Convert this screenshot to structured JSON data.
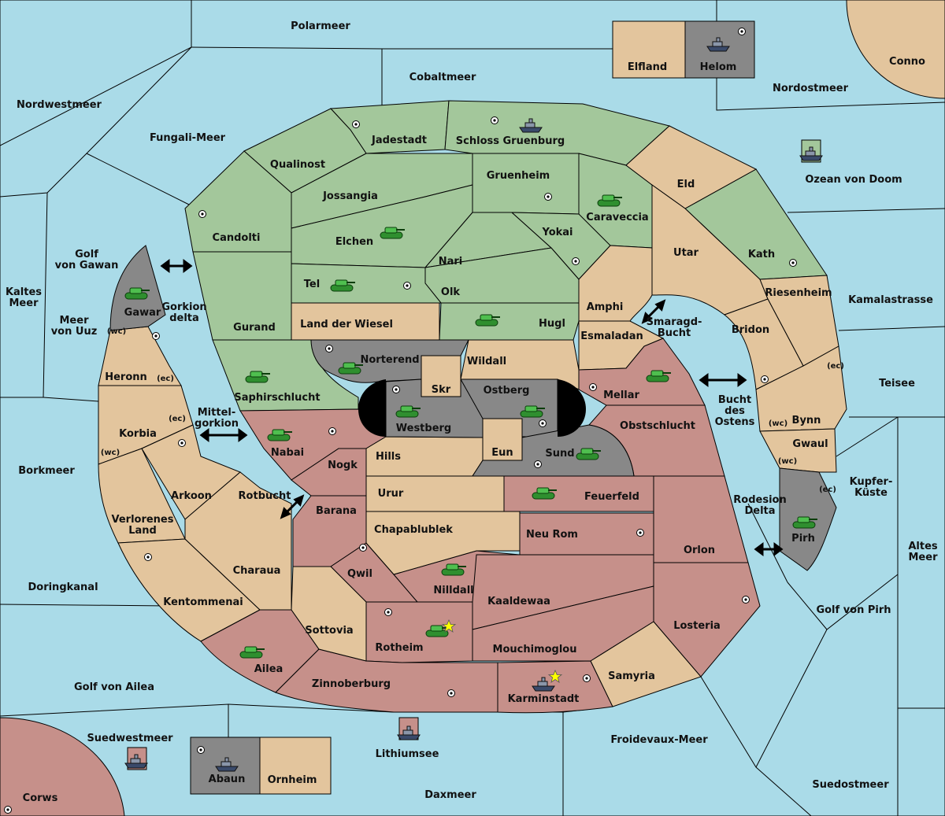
{
  "colors": {
    "sea": "#aadbe8",
    "green": "#a3c79b",
    "tan": "#e3c59d",
    "red": "#c6908a",
    "grey": "#888888"
  },
  "icons": [
    "tank-icon",
    "ship-icon",
    "supply-center-icon",
    "star-icon",
    "double-arrow-icon"
  ],
  "seas": {
    "polarmeer": "Polarmeer",
    "cobaltmeer": "Cobaltmeer",
    "nordwestmeer": "Nordwestmeer",
    "fungali": "Fungali-Meer",
    "nordostmeer": "Nordostmeer",
    "ozean": "Ozean von Doom",
    "golf_gawan": "Golf von Gawan",
    "kaltes": "Kaltes Meer",
    "meer_uuz": "Meer von Uuz",
    "gorkion_delta": "Gorkion delta",
    "mittelgorkion": "Mittel- gorkion",
    "borkmeer": "Borkmeer",
    "rotbucht": "Rotbucht",
    "doringkanal": "Doringkanal",
    "golf_ailea": "Golf von Ailea",
    "suedwestmeer": "Suedwestmeer",
    "lithiumsee": "Lithiumsee",
    "daxmeer": "Daxmeer",
    "froidevaux": "Froidevaux-Meer",
    "suedostmeer": "Suedostmeer",
    "golf_pirh": "Golf von Pirh",
    "altes": "Altes Meer",
    "kupfer": "Kupfer- Küste",
    "teisee": "Teisee",
    "kamalastrasse": "Kamalastrasse",
    "rodesion": "Rodesion Delta",
    "bucht_ostens": "Bucht des Ostens",
    "smaragd": "Smaragd- Bucht"
  },
  "lands": {
    "elfland": "Elfland",
    "helom": "Helom",
    "conno": "Conno",
    "jadestadt": "Jadestadt",
    "schloss": "Schloss Gruenburg",
    "qualinost": "Qualinost",
    "jossangia": "Jossangia",
    "gruenheim": "Gruenheim",
    "caraveccia": "Caraveccia",
    "eld": "Eld",
    "candolti": "Candolti",
    "elchen": "Elchen",
    "yokai": "Yokai",
    "nari": "Nari",
    "utar": "Utar",
    "kath": "Kath",
    "tel": "Tel",
    "olk": "Olk",
    "amphi": "Amphi",
    "riesenheim": "Riesenheim",
    "gurand": "Gurand",
    "land_wiesel": "Land der Wiesel",
    "hugl": "Hugl",
    "esmaladan": "Esmaladan",
    "bridon": "Bridon",
    "gawar": "Gawar",
    "norterend": "Norterend",
    "wildall": "Wildall",
    "skr": "Skr",
    "ostberg": "Ostberg",
    "mellar": "Mellar",
    "heronn": "Heronn",
    "saphir": "Saphirschlucht",
    "westberg": "Westberg",
    "obstschlucht": "Obstschlucht",
    "bynn": "Bynn",
    "gwaul": "Gwaul",
    "korbia": "Korbia",
    "nabai": "Nabai",
    "hills": "Hills",
    "eun": "Eun",
    "sund": "Sund",
    "nogk": "Nogk",
    "arkoon": "Arkoon",
    "urur": "Urur",
    "feuerfeld": "Feuerfeld",
    "pirh": "Pirh",
    "verlorenes": "Verlorenes Land",
    "barana": "Barana",
    "chapa": "Chapablublek",
    "neu_rom": "Neu Rom",
    "orlon": "Orlon",
    "charaua": "Charaua",
    "qwil": "Qwil",
    "nilldall": "Nilldall",
    "kaaldewaa": "Kaaldewaa",
    "kentommenai": "Kentommenai",
    "sottovia": "Sottovia",
    "rotheim": "Rotheim",
    "mouchimoglou": "Mouchimoglou",
    "losteria": "Losteria",
    "ailea": "Ailea",
    "zinnoberburg": "Zinnoberburg",
    "samyria": "Samyria",
    "karminstadt": "Karminstadt",
    "abaun": "Abaun",
    "ornheim": "Ornheim",
    "corws": "Corws"
  },
  "coasts": {
    "wc": "(wc)",
    "ec": "(ec)"
  }
}
